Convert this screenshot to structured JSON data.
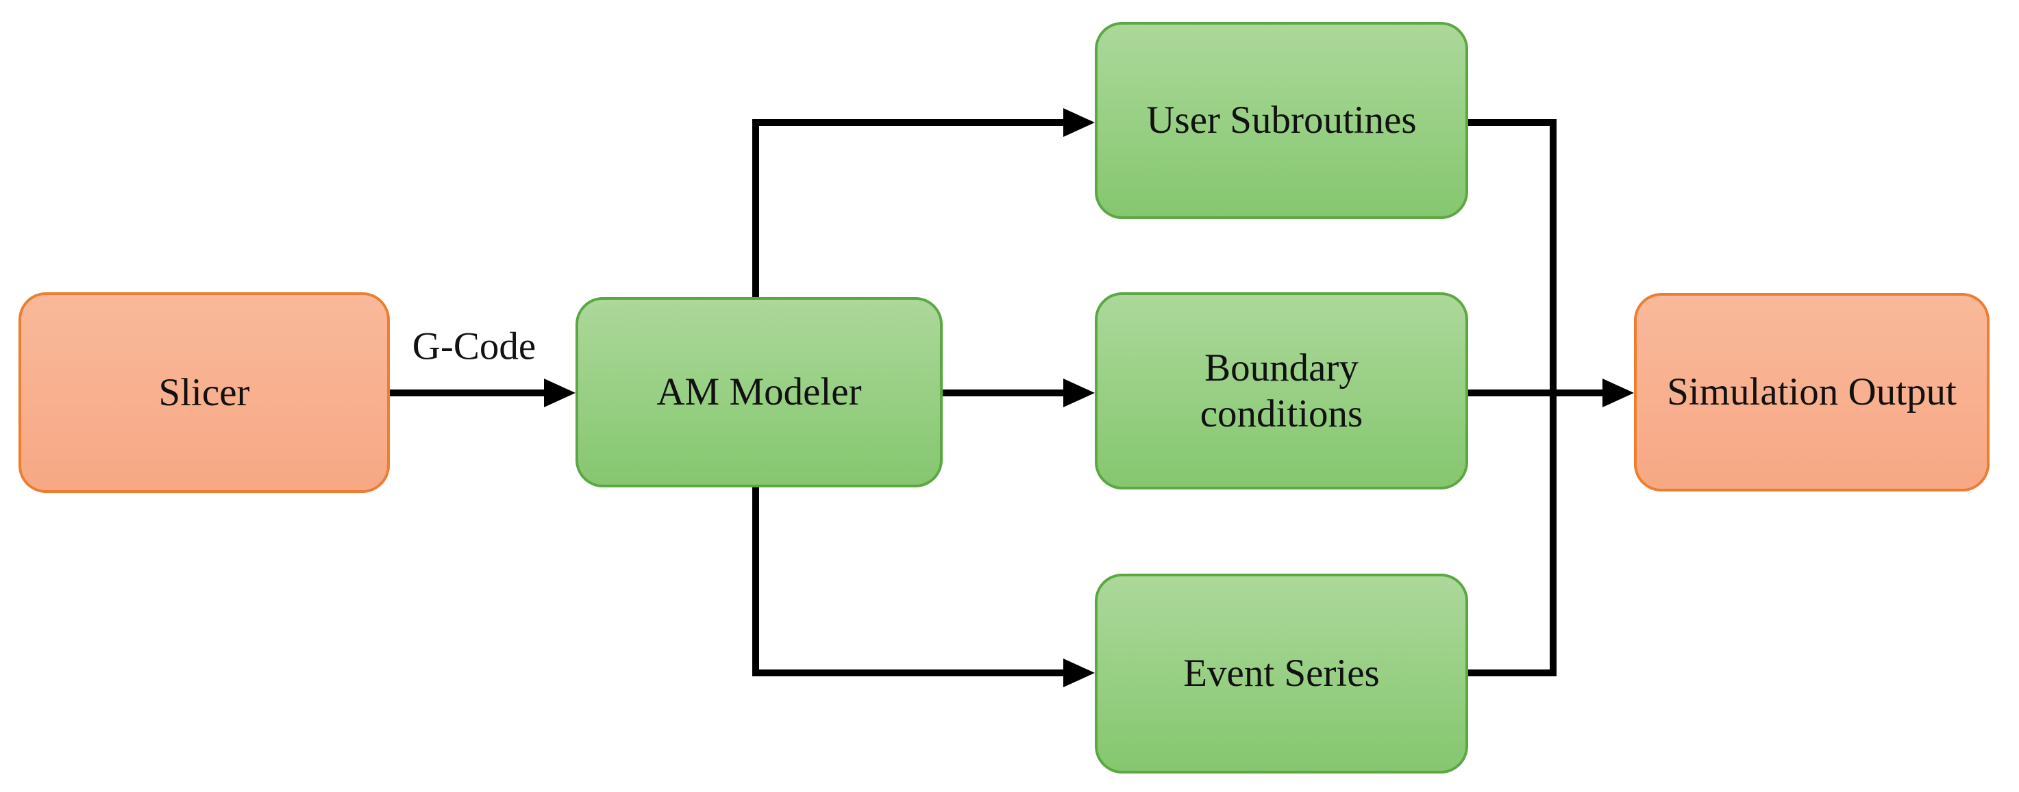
{
  "diagram": {
    "type": "flowchart",
    "nodes": {
      "slicer": {
        "label": "Slicer",
        "color_scheme": "orange"
      },
      "am_modeler": {
        "label": "AM Modeler",
        "color_scheme": "green"
      },
      "user_subroutines": {
        "label": "User Subroutines",
        "color_scheme": "green"
      },
      "boundary_conditions": {
        "label": "Boundary conditions",
        "color_scheme": "green"
      },
      "event_series": {
        "label": "Event Series",
        "color_scheme": "green"
      },
      "simulation_output": {
        "label": "Simulation Output",
        "color_scheme": "orange"
      }
    },
    "edges": [
      {
        "from": "slicer",
        "to": "am_modeler",
        "label": "G-Code",
        "arrowhead": true
      },
      {
        "from": "am_modeler",
        "to": "user_subroutines",
        "label": "",
        "arrowhead": true
      },
      {
        "from": "am_modeler",
        "to": "boundary_conditions",
        "label": "",
        "arrowhead": true
      },
      {
        "from": "am_modeler",
        "to": "event_series",
        "label": "",
        "arrowhead": true
      },
      {
        "from": "user_subroutines",
        "to": "simulation_output",
        "label": "",
        "arrowhead": false
      },
      {
        "from": "event_series",
        "to": "simulation_output",
        "label": "",
        "arrowhead": false
      },
      {
        "from": "boundary_conditions",
        "to": "simulation_output",
        "label": "",
        "arrowhead": true
      }
    ],
    "colors": {
      "orange_fill_top": "#F9B99A",
      "orange_fill_bottom": "#F7A884",
      "orange_border": "#ED7D31",
      "green_fill_top": "#ACD89A",
      "green_fill_bottom": "#85C76F",
      "green_border": "#5BA843",
      "line": "#000000",
      "text": "#111111",
      "background": "#FFFFFF"
    }
  }
}
